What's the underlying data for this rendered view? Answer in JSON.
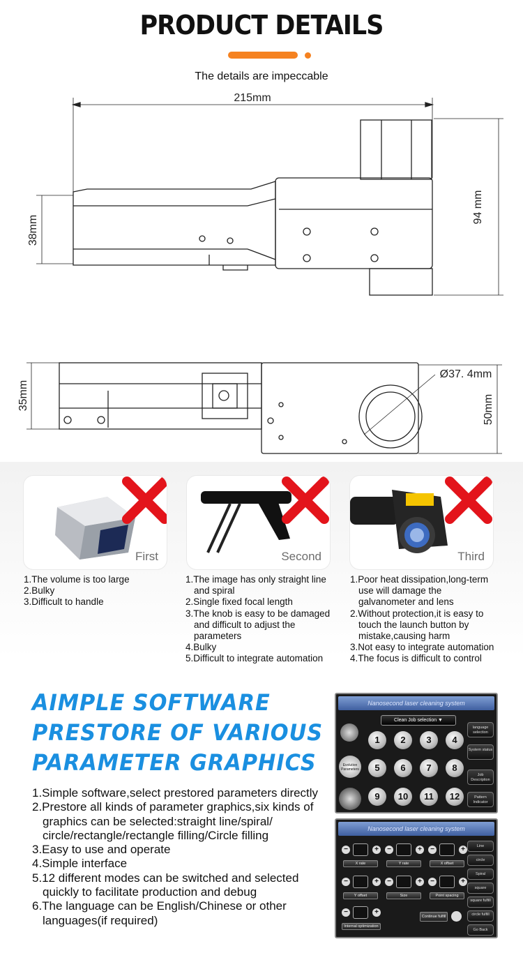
{
  "header": {
    "title": "PRODUCT DETAILS",
    "subtitle": "The details are impeccable",
    "accent_color": "#f58220"
  },
  "drawing_side": {
    "width_label": "215mm",
    "height_left_label": "38mm",
    "height_right_label": "94 mm"
  },
  "drawing_top": {
    "height_left_label": "35mm",
    "diameter_label": "Ø37. 4mm",
    "height_right_label": "50mm"
  },
  "comparison": {
    "cards": [
      {
        "label": "First",
        "points": [
          "1.The volume is too large",
          "2.Bulky",
          "3.Difficult to handle"
        ]
      },
      {
        "label": "Second",
        "points": [
          "1.The image has only straight line and spiral",
          "2.Single fixed focal length",
          "3.The knob is easy to be damaged and difficult to adjust the parameters",
          "4.Bulky",
          "5.Difficult to integrate automation"
        ]
      },
      {
        "label": "Third",
        "points": [
          "1.Poor heat dissipation,long-term use will damage the galvanometer and lens",
          "2.Without protection,it is easy to touch the launch button by mistake,causing harm",
          "3.Not easy to integrate automation",
          "4.The focus is difficult to control"
        ]
      }
    ],
    "x_color": "#e3141b"
  },
  "software": {
    "title_lines": [
      "AIMPLE SOFTWARE",
      "PRESTORE OF VARIOUS",
      "PARAMETER GRAPHICS"
    ],
    "title_color": "#1a8fe0",
    "points": [
      "1.Simple software,select prestored parameters directly",
      "2.Prestore all kinds of parameter graphics,six kinds of graphics can be selected:straight line/spiral/ circle/rectangle/rectangle filling/Circle filling",
      "3.Easy to use and operate",
      "4.Simple interface",
      "5.12 different modes can be switched and selected quickly to facilitate production and debug",
      "6.The language can be English/Chinese or other languages(if required)"
    ]
  },
  "screen1": {
    "header": "Nanosecond laser cleaning system",
    "dropdown": "Clean Job selection ▼",
    "numbers": [
      "1",
      "2",
      "3",
      "4",
      "5",
      "6",
      "7",
      "8",
      "9",
      "10",
      "11",
      "12"
    ],
    "side_buttons": [
      "language selection",
      "System status",
      "Job Description",
      "Pattern Indicator"
    ],
    "left_button": "Evolution Parameters"
  },
  "screen2": {
    "header": "Nanosecond laser cleaning system",
    "labels": [
      "X rate",
      "Y rate",
      "X offset",
      "Y offset",
      "Size",
      "Point spacing",
      "Internal optimization",
      "Continue fulfill"
    ],
    "side_buttons": [
      "Line",
      "circle",
      "Spiral",
      "square",
      "square fulfill",
      "circle fulfill",
      "Go Back"
    ]
  }
}
